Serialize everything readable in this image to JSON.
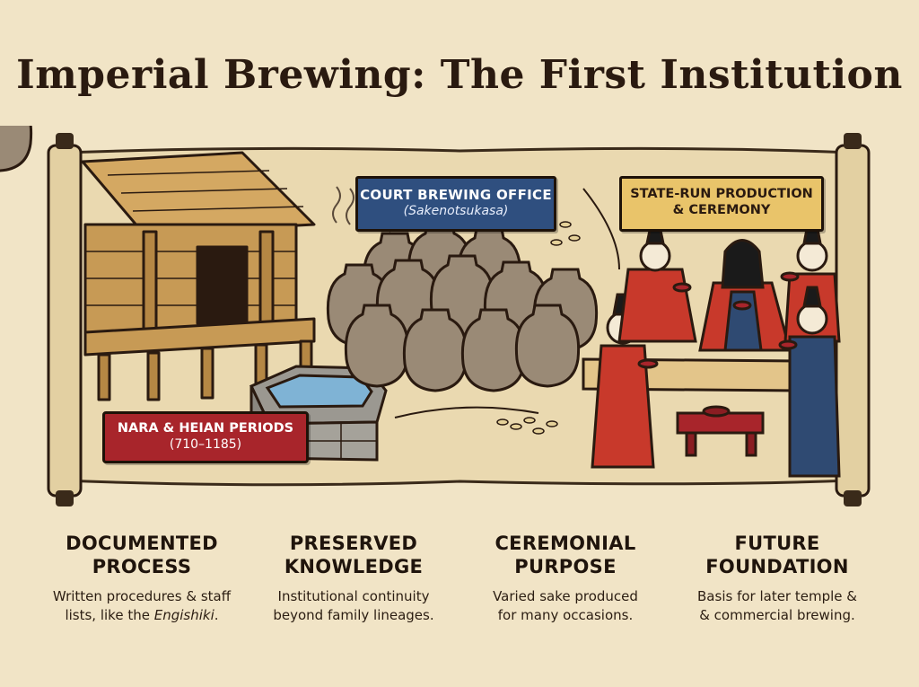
{
  "title": "Imperial Brewing: The First Institution",
  "labels": {
    "court_office": {
      "line1": "COURT BREWING OFFICE",
      "line2": "(Sakenotsukasa)"
    },
    "state_run": {
      "line1": "STATE-RUN PRODUCTION",
      "line2": "& CEREMONY"
    },
    "periods": {
      "line1": "NARA & HEIAN PERIODS",
      "line2": "(710–1185)"
    }
  },
  "columns": [
    {
      "heading_1": "DOCUMENTED",
      "heading_2": "PROCESS",
      "text_1": "Written procedures & staff",
      "text_2a": "lists, like the ",
      "text_2b": "Engishiki",
      "text_2c": "."
    },
    {
      "heading_1": "PRESERVED",
      "heading_2": "KNOWLEDGE",
      "text_1": "Institutional continuity",
      "text_2a": "beyond family lineages.",
      "text_2b": "",
      "text_2c": ""
    },
    {
      "heading_1": "CEREMONIAL",
      "heading_2": "PURPOSE",
      "text_1": "Varied sake produced",
      "text_2a": "for many occasions.",
      "text_2b": "",
      "text_2c": ""
    },
    {
      "heading_1": "FUTURE",
      "heading_2": "FOUNDATION",
      "text_1": "Basis for later temple &",
      "text_2a": "& commercial brewing.",
      "text_2b": "",
      "text_2c": ""
    }
  ],
  "colors": {
    "background": "#f1e4c6",
    "scroll": "#ead9b0",
    "court_label": "#2f4f7f",
    "state_label": "#e9c46a",
    "period_label": "#a8252b",
    "robe_red": "#c8392b",
    "robe_blue": "#2f4a72",
    "wood": "#c79a55",
    "jar": "#9a8a76"
  }
}
